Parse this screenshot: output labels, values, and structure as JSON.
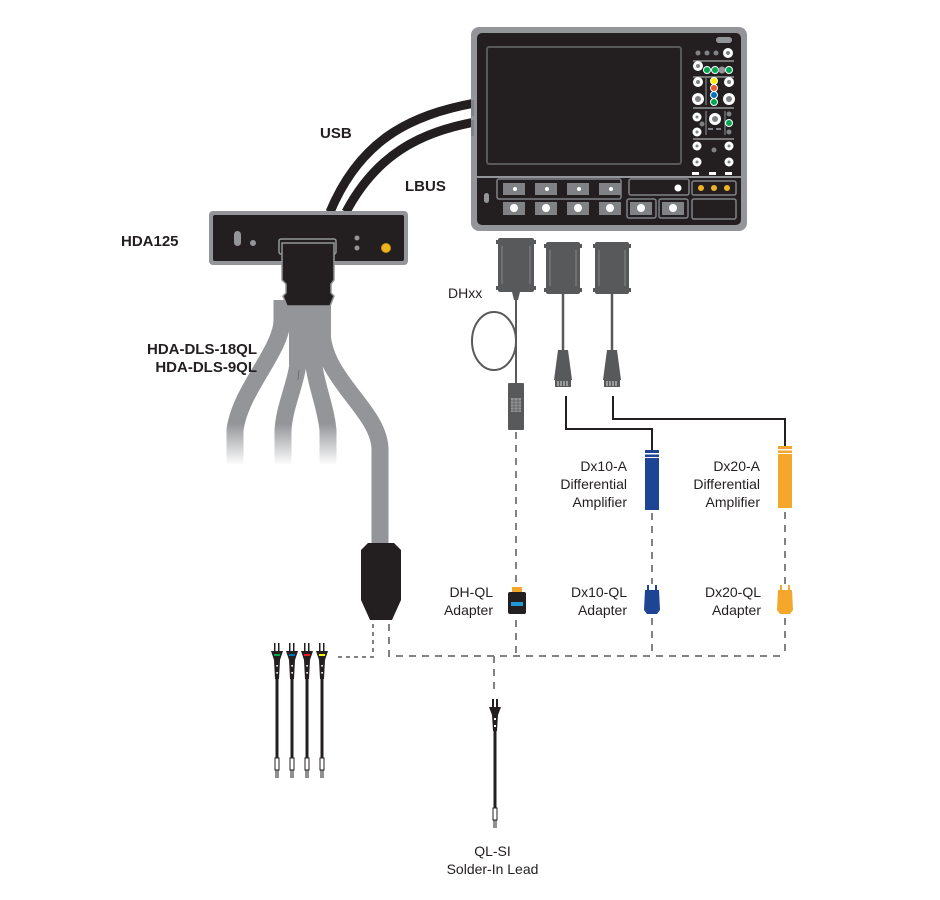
{
  "title": "HDA125 probing system connection diagram",
  "colors": {
    "device_body": "#231f20",
    "device_frame": "#939598",
    "cable_gray": "#939598",
    "probe_gray": "#58595b",
    "dashed_line": "#808285",
    "dx10_blue": "#1d4594",
    "dx20_orange": "#f5a72b",
    "gold_connector": "#f0b323",
    "lead_green": "#00a651",
    "lead_blue": "#0072bc",
    "lead_red": "#ed1c24",
    "lead_yellow": "#fff200"
  },
  "labels": {
    "usb": "USB",
    "lbus": "LBUS",
    "hda125": "HDA125",
    "dls_18ql": "HDA-DLS-18QL",
    "dls_9ql": "HDA-DLS-9QL",
    "dhxx": "DHxx",
    "dx10a": {
      "name": "Dx10-A",
      "line2": "Differential",
      "line3": "Amplifier"
    },
    "dx20a": {
      "name": "Dx20-A",
      "line2": "Differential",
      "line3": "Amplifier"
    },
    "dh_ql": {
      "name": "DH-QL",
      "line2": "Adapter"
    },
    "dx10_ql": {
      "name": "Dx10-QL",
      "line2": "Adapter"
    },
    "dx20_ql": {
      "name": "Dx20-QL",
      "line2": "Adapter"
    },
    "ql_si": {
      "name": "QL-SI",
      "line2": "Solder-In Lead"
    }
  },
  "components": [
    {
      "id": "oscilloscope",
      "type": "oscilloscope"
    },
    {
      "id": "hda125",
      "type": "digital-leadset-interface"
    },
    {
      "id": "hda-dls",
      "type": "digital-leadset-cable"
    },
    {
      "id": "dhxx",
      "type": "probe"
    },
    {
      "id": "dx10-a",
      "type": "differential-amplifier"
    },
    {
      "id": "dx20-a",
      "type": "differential-amplifier"
    },
    {
      "id": "dh-ql",
      "type": "adapter"
    },
    {
      "id": "dx10-ql",
      "type": "adapter"
    },
    {
      "id": "dx20-ql",
      "type": "adapter"
    },
    {
      "id": "ql-si",
      "type": "solder-in-lead"
    }
  ]
}
